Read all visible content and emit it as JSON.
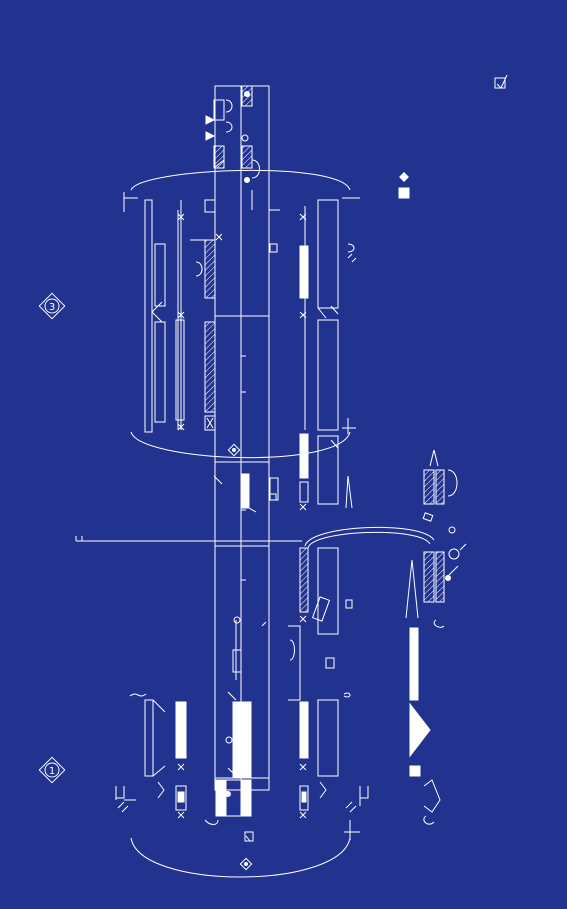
{
  "diagram": {
    "colors": {
      "background": "#22338f",
      "line": "#ffffff"
    },
    "markers": [
      {
        "id": "marker-3",
        "label": "3"
      },
      {
        "id": "marker-1",
        "label": "1"
      }
    ],
    "icons": [
      "hatched-block",
      "solid-block",
      "check-box",
      "diamond",
      "cross",
      "wave",
      "arrow"
    ]
  }
}
